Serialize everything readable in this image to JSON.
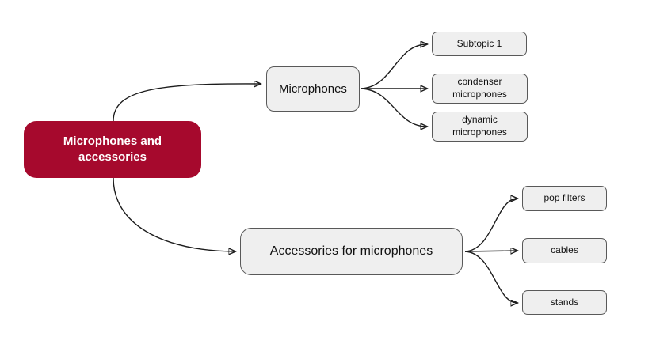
{
  "diagram": {
    "type": "mindmap",
    "root": {
      "label": "Microphones and accessories"
    },
    "branches": [
      {
        "label": "Microphones",
        "children": [
          {
            "label": "Subtopic 1"
          },
          {
            "label": "condenser microphones"
          },
          {
            "label": "dynamic microphones"
          }
        ]
      },
      {
        "label": "Accessories for microphones",
        "children": [
          {
            "label": "pop filters"
          },
          {
            "label": "cables"
          },
          {
            "label": "stands"
          }
        ]
      }
    ],
    "colors": {
      "root_bg": "#a6092d",
      "root_text": "#ffffff",
      "node_bg": "#efefef",
      "node_border": "#595959",
      "node_text": "#111111",
      "connector": "#1c1c1c",
      "canvas_bg": "#ffffff"
    }
  }
}
